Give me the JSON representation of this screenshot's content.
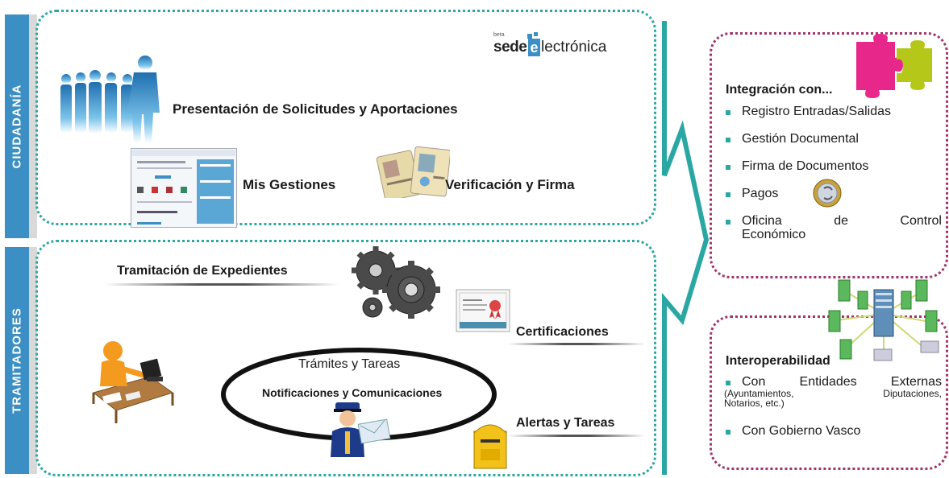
{
  "sections": {
    "ciudadania": {
      "label": "CIUDADANÍA",
      "brand": {
        "small": "beta",
        "sede": "sede",
        "electronica": "lectrónica",
        "e": "e"
      },
      "presentacion": "Presentación de Solicitudes y Aportaciones",
      "mis_gestiones": "Mis Gestiones",
      "verificacion": "Verificación y Firma"
    },
    "tramitadores": {
      "label": "TRAMITADORES",
      "tramitacion": "Tramitación de Expedientes",
      "certificaciones": "Certificaciones",
      "tramites_tareas": "Trámites y Tareas",
      "notificaciones": "Notificaciones y Comunicaciones",
      "alertas": "Alertas y Tareas"
    }
  },
  "integracion": {
    "title": "Integración con...",
    "items": [
      "Registro Entradas/Salidas",
      "Gestión Documental",
      "Firma de Documentos",
      "Pagos"
    ],
    "oficina_words": [
      "Oficina",
      "de",
      "Control"
    ],
    "oficina_line2": "Económico"
  },
  "interoperabilidad": {
    "title": "Interoperabilidad",
    "entidades_words": [
      "Con",
      "Entidades",
      "Externas"
    ],
    "entidades_sub_words": [
      "(Ayuntamientos,",
      "Diputaciones,"
    ],
    "entidades_sub_line2": "Notarios, etc.)",
    "gobierno": "Con Gobierno Vasco"
  },
  "colors": {
    "sidebar": "#3c8fc4",
    "panel_border": "#2aa7a3",
    "right_border": "#a2336a",
    "arrow": "#2aa7a3"
  },
  "icons": [
    "people-silhouette-icon",
    "screenshot-thumbnail-icon",
    "id-cards-icon",
    "gears-icon",
    "certificate-icon",
    "worker-desk-icon",
    "postman-icon",
    "mailbox-icon",
    "puzzle-icon",
    "euro-coin-icon",
    "network-servers-icon"
  ]
}
